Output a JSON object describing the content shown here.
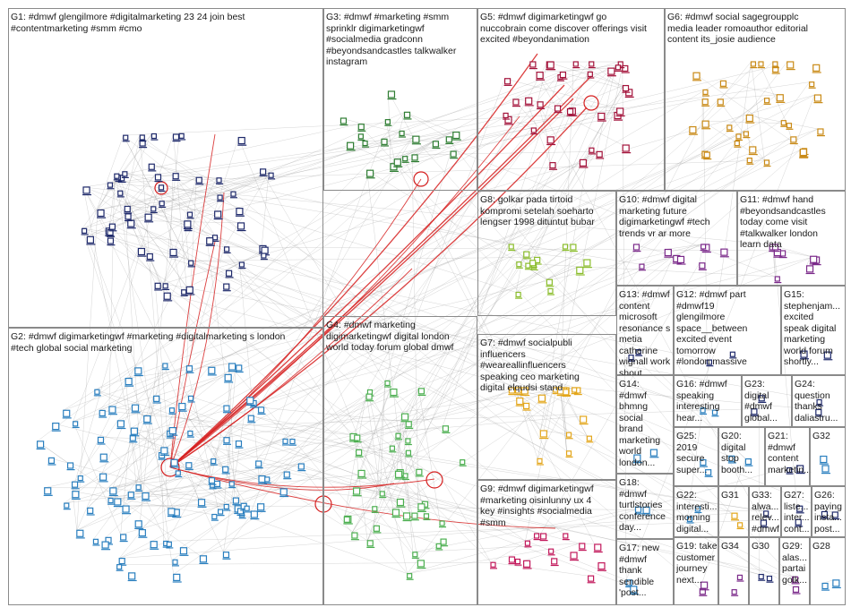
{
  "graph": {
    "groups": [
      {
        "id": "G1",
        "text": "G1: #dmwf glengilmore #digitalmarketing 23 24 join best\n#contentmarketing #smm #cmo",
        "color": "#1f2a6b"
      },
      {
        "id": "G3",
        "text": "G3: #dmwf #marketing #smm\nsprinklr digimarketingwf\n#socialmedia gradconn\n#beyondsandcastles talkwalker\ninstagram",
        "color": "#2e7d32"
      },
      {
        "id": "G5",
        "text": "G5: #dmwf digimarketingwf go\nnuccobrain come discover offerings visit\nexcited #beyondanimation",
        "color": "#a3123a"
      },
      {
        "id": "G6",
        "text": "G6: #dmwf social sagegroupplc\nmedia leader romoauthor editorial\ncontent its_josie audience",
        "color": "#c98a16"
      },
      {
        "id": "G8",
        "text": "G8: golkar pada tirtoid\nkompromi setelah soeharto\nlengser 1998 dituntut bubar",
        "color": "#8bbd2c"
      },
      {
        "id": "G10",
        "text": "G10: #dmwf digital\nmarketing future\ndigimarketingwf #tech\ntrends vr ar more",
        "color": "#7b2a8a"
      },
      {
        "id": "G11",
        "text": "G11: #dmwf hand\n#beyondsandcastles\ntoday come visit\n#talkwalker london\nlearn data",
        "color": "#7b2a8a"
      },
      {
        "id": "G2",
        "text": "G2: #dmwf digimarketingwf #marketing #digitalmarketing s london\n#tech global social marketing",
        "color": "#2a7fbf"
      },
      {
        "id": "G4",
        "text": "G4: #dmwf marketing\ndigimarketingwf digital london\nworld today forum global dmwf",
        "color": "#4caf50"
      },
      {
        "id": "G7",
        "text": "G7: #dmwf socialpubli\ninfluencers\n#weareallinfluencers\nspeaking ceo marketing\ndigital elqudsi stand",
        "color": "#e3a61b"
      },
      {
        "id": "G9",
        "text": "G9: #dmwf digimarketingwf\n#marketing oisinlunny ux 4\nkey #insights #socialmedia\n#smm",
        "color": "#c2185b"
      },
      {
        "id": "G13",
        "text": "G13: #dmwf\ncontent microsoft\nresonance s\nmetia catherine\nwignall work\nshout",
        "color": "#1f2a6b"
      },
      {
        "id": "G12",
        "text": "G12: #dmwf part\n#dmwf19\nglengilmore\nspace__between\nexcited event\ntomorrow\n#london massive",
        "color": "#1f2a6b"
      },
      {
        "id": "G15",
        "text": "G15:\nstephenjam...\nexcited\nspeak digital\nmarketing\nworld forum\nshortly...",
        "color": "#1f2a6b"
      },
      {
        "id": "G14",
        "text": "G14:\n#dmwf\nbhmng\nsocial\nbrand\nmarketing\nworld\nlondon...",
        "color": "#2a7fbf"
      },
      {
        "id": "G16",
        "text": "G16: #dmwf\nspeaking\ninteresting\nhear...",
        "color": "#2a7fbf"
      },
      {
        "id": "G23",
        "text": "G23:\ndigital\n#dmwf\nglobal...",
        "color": "#1f2a6b"
      },
      {
        "id": "G24",
        "text": "G24:\nquestion\nthanks\ndaliastru...",
        "color": "#1f2a6b"
      },
      {
        "id": "G18",
        "text": "G18:\n#dmwf\nturtlstories\nconference\nday...",
        "color": "#2a7fbf"
      },
      {
        "id": "G25",
        "text": "G25:\n2019\nsecure\nsuper...",
        "color": "#2a7fbf"
      },
      {
        "id": "G20",
        "text": "G20:\ndigital\nstop\nbooth...",
        "color": "#2a7fbf"
      },
      {
        "id": "G21",
        "text": "G21:\n#dmwf\ncontent\nmarketin...",
        "color": "#1f2a6b"
      },
      {
        "id": "G32",
        "text": "G32",
        "color": "#2a7fbf"
      },
      {
        "id": "G22",
        "text": "G22:\ninteresti...\nmorning\ndigital...",
        "color": "#2a7fbf"
      },
      {
        "id": "G31",
        "text": "G31",
        "color": "#e3a61b"
      },
      {
        "id": "G33",
        "text": "G33:\nalwa...\nrelev...\n#dmwf",
        "color": "#1f2a6b"
      },
      {
        "id": "G27",
        "text": "G27:\nliste...\ninter...\ncont...",
        "color": "#1f2a6b"
      },
      {
        "id": "G26",
        "text": "G26:\npaying\ninsta...\npost...",
        "color": "#1f2a6b"
      },
      {
        "id": "G17",
        "text": "G17: new\n#dmwf\nthank\nsendible\n'post...",
        "color": "#2a7fbf"
      },
      {
        "id": "G19",
        "text": "G19: take\ncustomer\njourney\nnext...",
        "color": "#7b2a8a"
      },
      {
        "id": "G34",
        "text": "G34",
        "color": "#7b2a8a"
      },
      {
        "id": "G30",
        "text": "G30",
        "color": "#1f2a6b"
      },
      {
        "id": "G29",
        "text": "G29:\nalas...\npartai\ngolk...",
        "color": "#7b2a8a"
      },
      {
        "id": "G28",
        "text": "G28",
        "color": "#2a7fbf"
      }
    ],
    "palette": {
      "edge": "#8a8a8a",
      "highlight_edge": "#d61f1f",
      "border": "#8a8a8a",
      "background": "#ffffff"
    }
  }
}
